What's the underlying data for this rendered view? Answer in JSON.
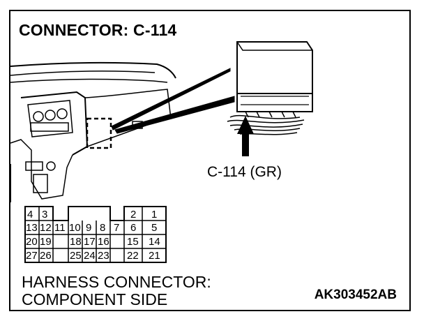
{
  "title": "CONNECTOR: C-114",
  "callout_label": "C-114 (GR)",
  "caption_line1": "HARNESS CONNECTOR:",
  "caption_line2": "COMPONENT SIDE",
  "figure_code": "AK303452AB",
  "colors": {
    "line": "#000000",
    "background": "#ffffff"
  },
  "connector_pins": [
    "1",
    "2",
    "3",
    "4",
    "5",
    "6",
    "7",
    "8",
    "9",
    "10",
    "11",
    "12",
    "13",
    "14",
    "15",
    "16",
    "17",
    "18",
    "19",
    "20",
    "21",
    "22",
    "23",
    "24",
    "25",
    "26",
    "27"
  ]
}
